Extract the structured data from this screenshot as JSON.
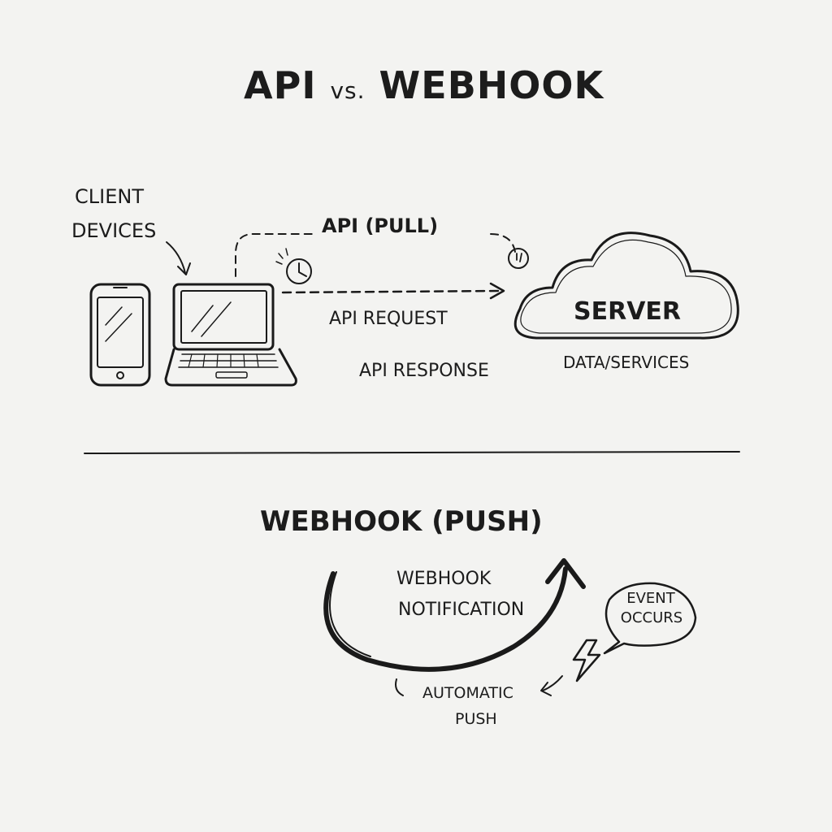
{
  "title": {
    "main": "API",
    "vs": "vs.",
    "rest": "WEBHOOK"
  },
  "api_section": {
    "client_label": [
      "CLIENT",
      "DEVICES"
    ],
    "flow_label": "API (PULL)",
    "request_label": "API REQUEST",
    "response_label": "API RESPONSE",
    "server_label": "SERVER",
    "server_sublabel": "DATA/SERVICES"
  },
  "webhook_section": {
    "heading": "WEBHOOK (PUSH)",
    "notification_label": [
      "WEBHOOK",
      "NOTIFICATION"
    ],
    "event_bubble": [
      "EVENT",
      "OCCURS"
    ],
    "push_label": [
      "AUTOMATIC",
      "PUSH"
    ]
  },
  "colors": {
    "ink": "#1a1a1a",
    "paper": "#f3f3f1"
  }
}
